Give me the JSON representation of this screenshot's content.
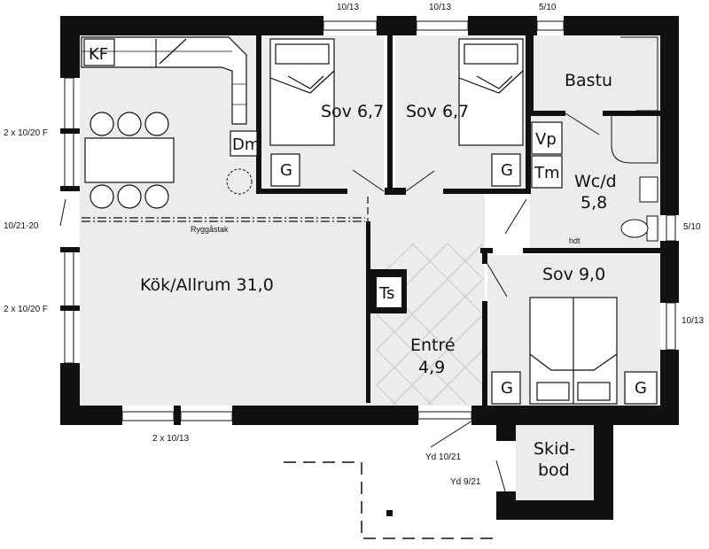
{
  "rooms": {
    "kitchen": "Kök/Allrum 31,0",
    "kf": "KF",
    "dm": "Dm",
    "ridge": "Ryggåstak",
    "bed1": "Sov 6,7",
    "bed2": "Sov 6,7",
    "bed3": "Sov 9,0",
    "sauna": "Bastu",
    "wc_line1": "Wc/d",
    "wc_line2": "5,8",
    "vp": "Vp",
    "tm": "Tm",
    "hdt": "hdt",
    "ts": "Ts",
    "entry_line1": "Entré",
    "entry_line2": "4,9",
    "shed_line1": "Skid-",
    "shed_line2": "bod",
    "wardrobe": "G"
  },
  "dimensions": {
    "top_bed1": "10/13",
    "top_bed2": "10/13",
    "top_sauna": "5/10",
    "left_upper": "2 x 10/20 F",
    "left_door": "10/21-20",
    "left_lower": "2 x 10/20 F",
    "right_wc": "5/10",
    "right_bed": "10/13",
    "bottom_kitchen": "2 x 10/13",
    "door_entry": "Yd 10/21",
    "door_shed": "Yd 9/21"
  }
}
